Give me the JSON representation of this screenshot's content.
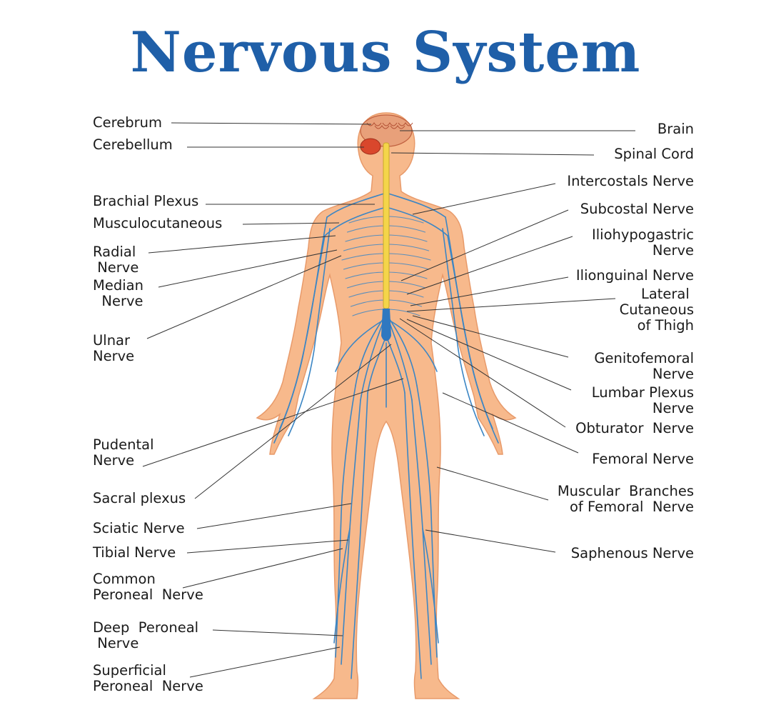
{
  "title": "Nervous System",
  "colors": {
    "title": "#1f5fa8",
    "skin": "#f7b98c",
    "skin_edge": "#e89a6a",
    "nerve": "#3c86c4",
    "spinal_cord": "#f4d54a",
    "brain": "#e8a07a",
    "cerebellum": "#d9472c",
    "leader_line": "#333333",
    "label_text": "#1a1a1a"
  },
  "labels_left": [
    {
      "id": "cerebrum",
      "text": "Cerebrum"
    },
    {
      "id": "cerebellum",
      "text": "Cerebellum"
    },
    {
      "id": "brachial-plexus",
      "text": "Brachial Plexus"
    },
    {
      "id": "musculocutaneous",
      "text": "Musculocutaneous"
    },
    {
      "id": "radial-nerve",
      "text": "Radial\n Nerve"
    },
    {
      "id": "median-nerve",
      "text": "Median\n  Nerve"
    },
    {
      "id": "ulnar-nerve",
      "text": "Ulnar\nNerve"
    },
    {
      "id": "pudental-nerve",
      "text": "Pudental\nNerve"
    },
    {
      "id": "sacral-plexus",
      "text": "Sacral plexus"
    },
    {
      "id": "sciatic-nerve",
      "text": "Sciatic Nerve"
    },
    {
      "id": "tibial-nerve",
      "text": "Tibial Nerve"
    },
    {
      "id": "common-peroneal-nerve",
      "text": "Common\nPeroneal  Nerve"
    },
    {
      "id": "deep-peroneal-nerve",
      "text": "Deep  Peroneal\n Nerve"
    },
    {
      "id": "superficial-peroneal-nerve",
      "text": "Superficial\nPeroneal  Nerve"
    }
  ],
  "labels_right": [
    {
      "id": "brain",
      "text": "Brain"
    },
    {
      "id": "spinal-cord",
      "text": "Spinal Cord"
    },
    {
      "id": "intercostals-nerve",
      "text": "Intercostals Nerve"
    },
    {
      "id": "subcostal-nerve",
      "text": "Subcostal Nerve"
    },
    {
      "id": "iliohypogastric-nerve",
      "text": "Iliohypogastric\nNerve"
    },
    {
      "id": "ilionguinal-nerve",
      "text": "Ilionguinal Nerve"
    },
    {
      "id": "lateral-cutaneous-of-thigh",
      "text": "Lateral \nCutaneous\nof Thigh"
    },
    {
      "id": "genitofemoral-nerve",
      "text": "Genitofemoral\nNerve"
    },
    {
      "id": "lumbar-plexus-nerve",
      "text": "Lumbar Plexus\nNerve"
    },
    {
      "id": "obturator-nerve",
      "text": "Obturator  Nerve"
    },
    {
      "id": "femoral-nerve",
      "text": "Femoral Nerve"
    },
    {
      "id": "muscular-branches-of-femoral-nerve",
      "text": "Muscular  Branches\nof Femoral  Nerve"
    },
    {
      "id": "saphenous-nerve",
      "text": "Saphenous Nerve"
    }
  ]
}
